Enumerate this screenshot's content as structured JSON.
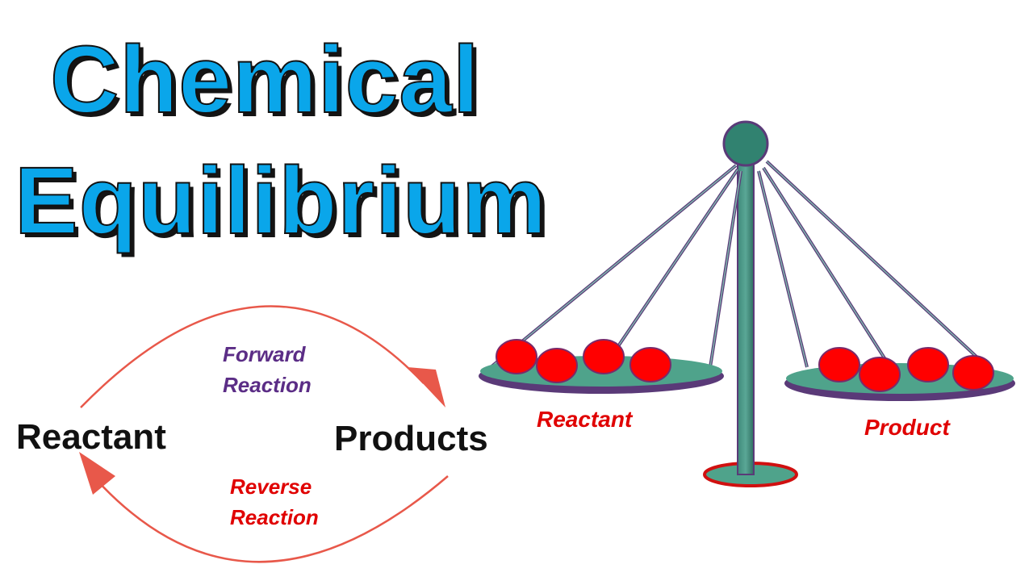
{
  "title": {
    "line1": "Chemical",
    "line2": "Equilibrium"
  },
  "cycle": {
    "left": "Reactant",
    "right": "Products",
    "forward": [
      "Forward",
      "Reaction"
    ],
    "reverse": [
      "Reverse",
      "Reaction"
    ]
  },
  "scale": {
    "left_label": "Reactant",
    "right_label": "Product"
  },
  "colors": {
    "title": "#0aa6ea",
    "arc": "#e8584a",
    "scale_body": "#3f8a7a",
    "pan": "#4fa38b",
    "rim": "#5a3a78",
    "molecule": "#ff0000"
  }
}
